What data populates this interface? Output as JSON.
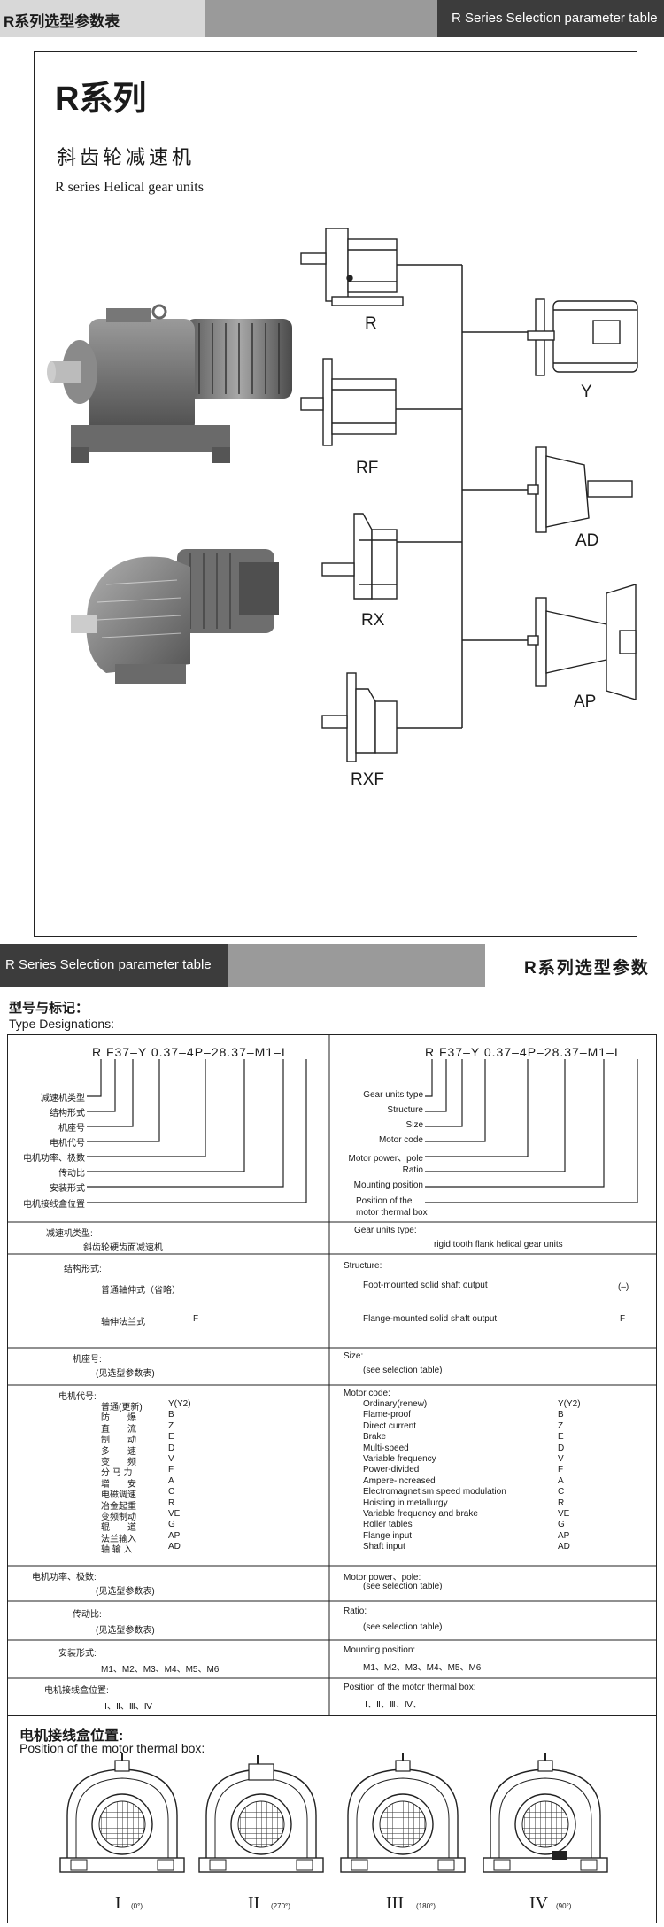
{
  "top_header": {
    "left_title": "R系列选型参数表",
    "right_title": "R Series Selection parameter table"
  },
  "intro": {
    "series_title": "R系列",
    "subtitle_cn": "斜齿轮减速机",
    "subtitle_en": "R series Helical gear units"
  },
  "gear_types": [
    "R",
    "RF",
    "RX",
    "RXF"
  ],
  "motor_types": [
    "Y",
    "AD",
    "AP"
  ],
  "second_header": {
    "left_title": "R Series Selection parameter table",
    "right_title": "R系列选型参数"
  },
  "designation": {
    "heading_cn": "型号与标记：",
    "heading_en": "Type Designations:",
    "code": "R F37–Y 0.37–4P–28.37–M1–I",
    "labels_cn": [
      "减速机类型",
      "结构形式",
      "机座号",
      "电机代号",
      "电机功率、极数",
      "传动比",
      "安装形式",
      "电机接线盒位置"
    ],
    "labels_en": [
      "Gear units type",
      "Structure",
      "Size",
      "Motor code",
      "Motor power、pole",
      "Ratio",
      "Mounting position",
      "Position of the",
      "motor thermal box"
    ]
  },
  "table": {
    "gear_type_cn": "减速机类型:",
    "gear_type_val_cn": "斜齿轮硬齿面减速机",
    "gear_type_en": "Gear units type:",
    "gear_type_val_en": "rigid tooth flank helical gear units",
    "structure_cn": "结构形式:",
    "structure_items_cn": [
      "普通轴伸式（省略）",
      "轴伸法兰式"
    ],
    "structure_codes_cn": [
      "",
      "F"
    ],
    "structure_en": "Structure:",
    "structure_items_en": [
      "Foot-mounted solid shaft output",
      "Flange-mounted solid shaft output"
    ],
    "structure_codes_en": [
      "(–)",
      "F"
    ],
    "size_cn": "机座号:",
    "size_val_cn": "(见选型参数表)",
    "size_en": "Size:",
    "size_val_en": "(see selection table)",
    "motor_code_cn": "电机代号:",
    "motor_items_cn": [
      "普通(更新)",
      "防　　爆",
      "直　　流",
      "制　　动",
      "多　　速",
      "变　　频",
      "分 马 力",
      "增　　安",
      "电磁调速",
      "冶金起重",
      "变频制动",
      "辊　　道",
      "法兰输入",
      "轴 输 入"
    ],
    "motor_codes_cn": [
      "Y(Y2)",
      "B",
      "Z",
      "E",
      "D",
      "V",
      "F",
      "A",
      "C",
      "R",
      "VE",
      "G",
      "AP",
      "AD"
    ],
    "motor_code_en": "Motor code:",
    "motor_items_en": [
      "Ordinary(renew)",
      "Flame-proof",
      "Direct current",
      "Brake",
      "Multi-speed",
      "Variable frequency",
      "Power-divided",
      "Ampere-increased",
      "Electromagnetism speed modulation",
      "Hoisting in metallurgy",
      "Variable frequency and brake",
      "Roller tables",
      "Flange input",
      "Shaft input"
    ],
    "motor_codes_en": [
      "Y(Y2)",
      "B",
      "Z",
      "E",
      "D",
      "V",
      "F",
      "A",
      "C",
      "R",
      "VE",
      "G",
      "AP",
      "AD"
    ],
    "power_cn": "电机功率、极数:",
    "power_val_cn": "(见选型参数表)",
    "power_en": "Motor power、pole:",
    "power_val_en": "(see selection table)",
    "ratio_cn": "传动比:",
    "ratio_val_cn": "(见选型参数表)",
    "ratio_en": "Ratio:",
    "ratio_val_en": "(see  selection table)",
    "mount_cn": "安装形式:",
    "mount_val_cn": "M1、M2、M3、M4、M5、M6",
    "mount_en": "Mounting position:",
    "mount_val_en": "M1、M2、M3、M4、M5、M6",
    "box_cn": "电机接线盒位置:",
    "box_val_cn": "Ⅰ、Ⅱ、Ⅲ、Ⅳ",
    "box_en": "Position of the motor thermal box:",
    "box_val_en": "Ⅰ、Ⅱ、Ⅲ、Ⅳ、"
  },
  "thermal": {
    "heading_cn": "电机接线盒位置:",
    "heading_en": "Position of the motor thermal box:",
    "positions": [
      {
        "label": "I",
        "angle": "(0°)"
      },
      {
        "label": "II",
        "angle": "(270°)"
      },
      {
        "label": "III",
        "angle": "(180°)"
      },
      {
        "label": "IV",
        "angle": "(90°)"
      }
    ]
  }
}
